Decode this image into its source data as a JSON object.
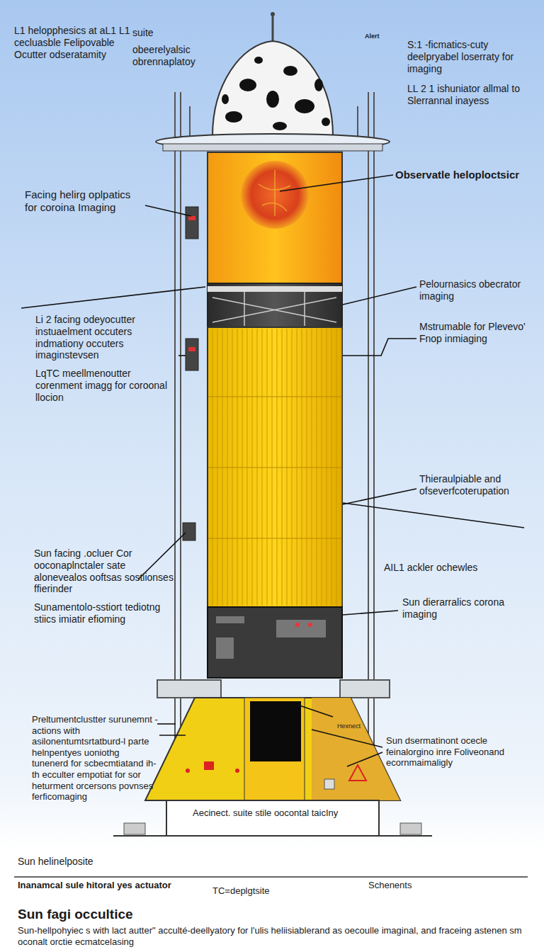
{
  "diagram": {
    "title": "Sun fagi occultice",
    "caption": "Sun-hellpohyiec s with lact autter\" acculté-deellyatory for l'ulis heliisiablerand as oecoulle imaginal, and fraceing astenen sm oconalt orctie ecmatcelasing",
    "labels": [
      "L1 helopphesics at aL1 L1 cecluasble Felipovable Ocutter odseratamity",
      "suite",
      "obeerelyalsic obrennaplatoy",
      "Alert",
      "S:1 -ficmatics-cuty deelpryabel loserraty for imaging",
      "LL 2 1 ishuniator allmal to Slerrannal inayess",
      "Facing helirg oplpatics for coroina Imaging",
      "Observatle heloploctsicr",
      "Pelournasics obecrator imaging",
      "Mstrumable for Plevevo' Fnop inmiaging",
      "Li 2 facing odeyocutter instuaelment occuters indmationy occuters imaginstevsen",
      "LqTC meellmenoutter corenment imagg for coroonal llocion",
      "Thieraulpiable and ofseverfcoterupation",
      "AIL1 ackler ochewles",
      "Sun facing .ocluer Cor ooconaplnctaler sate alonevealos ooftsas sostiionses ffierinder",
      "Sunamentolo-sstiort tediotng stiics imiatir efioming",
      "Sun dierarralics corona imaging",
      "Preltumentclustter surunemnt -actions with asilonentumtsrtatburd-l parte helnpentyes uoniothg tunenerd for scbecmtiatand ih-th ecculter empotiat for sor heturment orcersons povnses ferficomaging",
      "Sun dsermatinont ocecle feinalorgino inre Foliveonand ecornmaimaligly",
      "Hexnect",
      "Aecinect. suite stile oocontal taicIny",
      "Sun helinelposite",
      "Inanamcal sule hitoral yes actuator",
      "TC=deplgtsite",
      "Schenents"
    ]
  }
}
